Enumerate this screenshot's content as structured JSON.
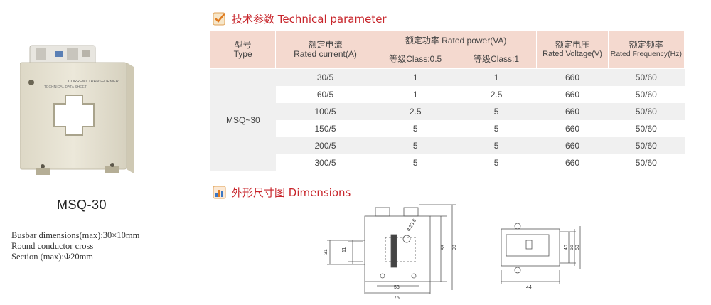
{
  "product": {
    "model": "MSQ-30",
    "nameplate_line1": "CURRENT TRANSFORMER",
    "nameplate_line2": "TECHNICAL DATA SHEET",
    "description": [
      "Busbar dimensions(max):30×10mm",
      "Round conductor cross",
      "Section (max):Φ20mm"
    ]
  },
  "sections": {
    "technical": "技术参数  Technical parameter",
    "dimensions": "外形尺寸图 Dimensions"
  },
  "table": {
    "h_type_cn": "型号",
    "h_type_en": "Type",
    "h_current_cn": "额定电流",
    "h_current_en": "Rated current(A)",
    "h_power": "额定功率 Rated power(VA)",
    "h_class05": "等级Class:0.5",
    "h_class1": "等级Class:1",
    "h_voltage_cn": "额定电压",
    "h_voltage_en": "Rated Voltage(V)",
    "h_freq_cn": "额定频率",
    "h_freq_en": "Rated Frequency(Hz)",
    "type_value": "MSQ~30",
    "rows": [
      {
        "current": "30/5",
        "c05": "1",
        "c1": "1",
        "voltage": "660",
        "freq": "50/60"
      },
      {
        "current": "60/5",
        "c05": "1",
        "c1": "2.5",
        "voltage": "660",
        "freq": "50/60"
      },
      {
        "current": "100/5",
        "c05": "2.5",
        "c1": "5",
        "voltage": "660",
        "freq": "50/60"
      },
      {
        "current": "150/5",
        "c05": "5",
        "c1": "5",
        "voltage": "660",
        "freq": "50/60"
      },
      {
        "current": "200/5",
        "c05": "5",
        "c1": "5",
        "voltage": "660",
        "freq": "50/60"
      },
      {
        "current": "300/5",
        "c05": "5",
        "c1": "5",
        "voltage": "660",
        "freq": "50/60"
      }
    ]
  },
  "dimensions": {
    "d_23_6": "Φ23.6",
    "d_11": "11",
    "d_31": "31",
    "d_83": "83",
    "d_98": "98",
    "d_53": "53",
    "d_75": "75",
    "d_40": "40",
    "d_56": "56",
    "d_59": "59",
    "d_44": "44"
  },
  "colors": {
    "accent": "#c8262c",
    "header_bg": "#f4d9cf",
    "row_alt": "#f0f0f0"
  }
}
